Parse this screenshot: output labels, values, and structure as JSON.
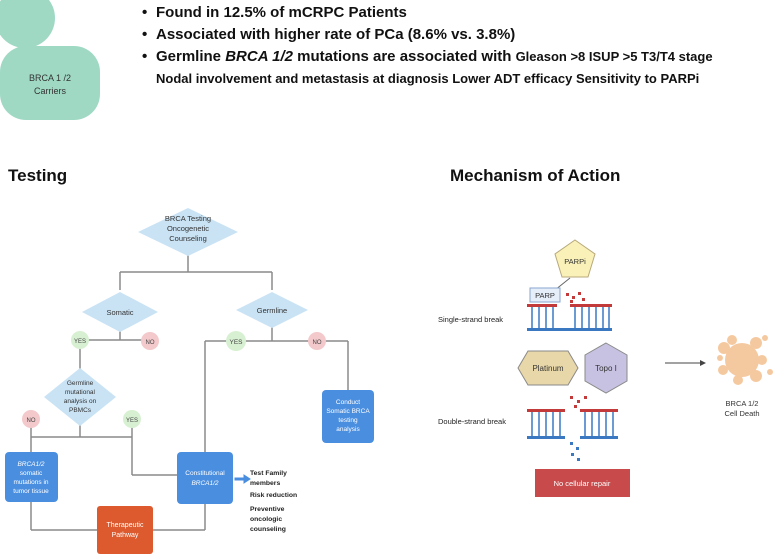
{
  "header": {
    "carrier_label": [
      "BRCA 1 /2",
      "Carriers"
    ],
    "bullets": {
      "b1": "Found in 12.5% of mCRPC Patients",
      "b2": "Associated with higher rate of PCa (8.6% vs. 3.8%)",
      "b3_pre": "Germline ",
      "b3_gene": "BRCA 1/2",
      "b3_mid": " mutations are associated with ",
      "b3_tail": "Gleason >8 ISUP >5 T3/T4 stage",
      "b3_line2": "Nodal involvement and metastasis at diagnosis Lower ADT efficacy Sensitivity to PARPi"
    }
  },
  "testing": {
    "title": "Testing",
    "start_node": [
      "BRCA Testing",
      "Oncogenetic",
      "Counseling"
    ],
    "somatic": "Somatic",
    "germline": "Germline",
    "yes": "YES",
    "no": "NO",
    "germline_analysis": [
      "Germline",
      "mutational",
      "analysis on",
      "PBMCs"
    ],
    "conduct_somatic": [
      "Conduct",
      "Somatic BRCA",
      "testing",
      "analysis"
    ],
    "somatic_mutations": [
      "BRCA1/2",
      "somatic",
      "mutations in",
      "tumor tissue"
    ],
    "constitutional": [
      "Constitutional",
      "BRCA1/2"
    ],
    "therapeutic": [
      "Therapeutic",
      "Pathway"
    ],
    "outcomes": [
      "Test Family",
      "members",
      "Risk reduction",
      "Preventive",
      "oncologic",
      "counseling"
    ]
  },
  "mechanism": {
    "title": "Mechanism of Action",
    "parpi": "PARPi",
    "parp": "PARP",
    "single_strand": "Single-strand break",
    "platinum": "Platinum",
    "topo": "Topo I",
    "double_strand": "Double-strand break",
    "no_repair": "No cellular repair",
    "cell_death": [
      "BRCA 1/2",
      "Cell Death"
    ]
  },
  "colors": {
    "carrier_teal": "#9fd9c4",
    "diamond_blue": "#c9e3f5",
    "box_blue": "#4a8ee0",
    "therapeutic_orange": "#dc5a2e",
    "yes_green": "#d8f0d2",
    "no_pink": "#f3c9cb",
    "strand_red": "#c23a3a",
    "strand_blue": "#3a78c2",
    "parpi_yellow": "#faf1b8",
    "hex_fill": "#e8d7a8",
    "hex_topo": "#c8c2e2",
    "repair_red": "#c84a4a",
    "cell_peach": "#f5c9a0"
  }
}
